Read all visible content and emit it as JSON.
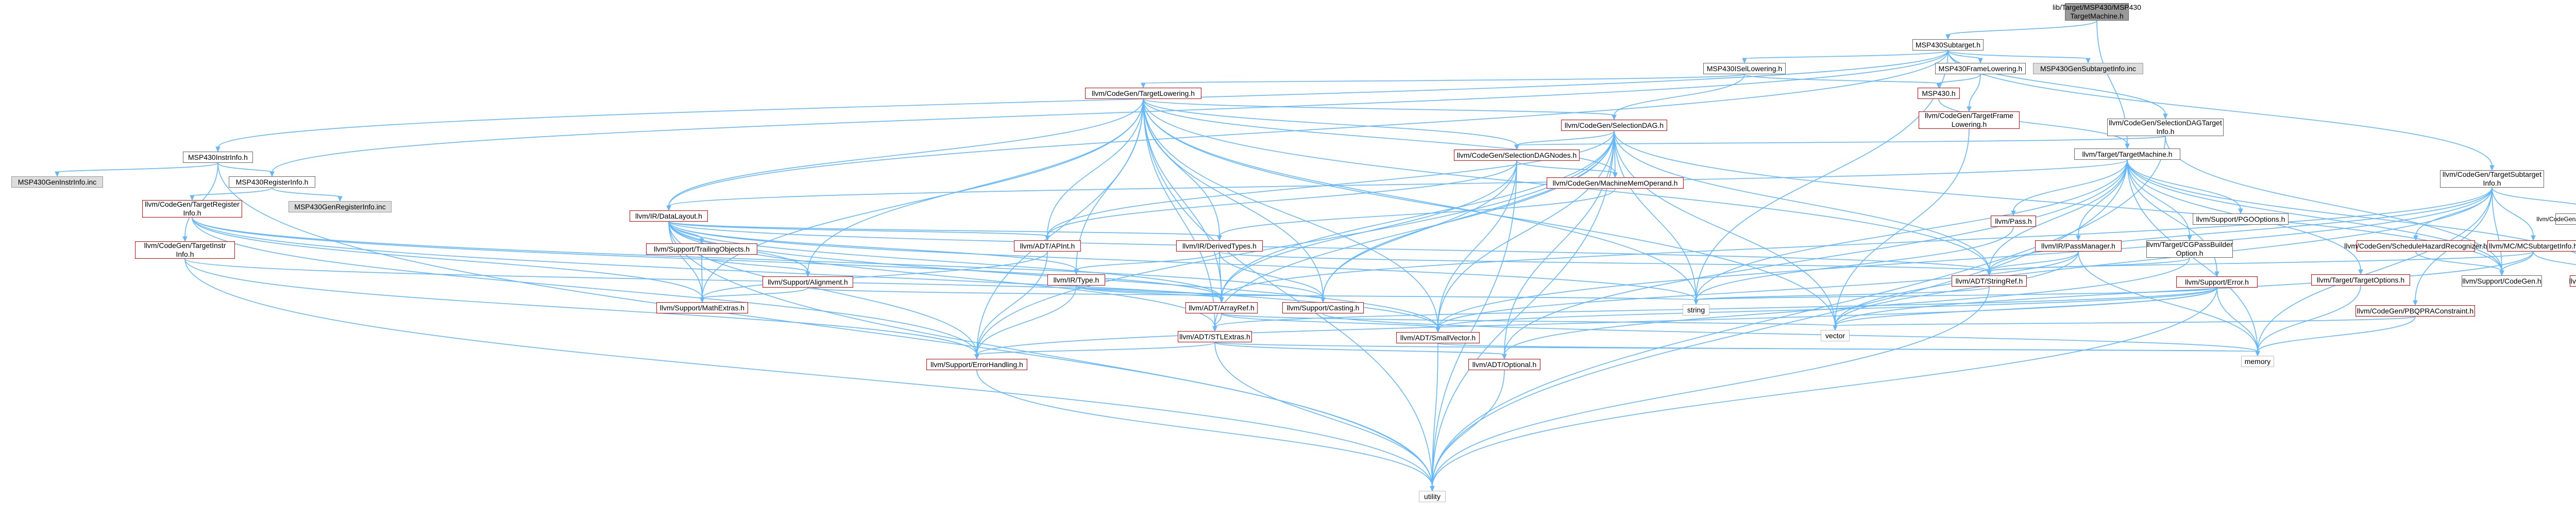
{
  "colors": {
    "edge": "#63b8ff",
    "node_border_documented": "#666666",
    "node_border_truncated": "#ff0000",
    "node_border_external": "#bfbfbf",
    "root_fill": "#999999",
    "inc_fill": "#dddddd"
  },
  "nodes": {
    "root": "lib/Target/MSP430/MSP430\nTargetMachine.h",
    "msp430subtarget": "MSP430Subtarget.h",
    "msp430isellowering": "MSP430ISelLowering.h",
    "msp430framelowering": "MSP430FrameLowering.h",
    "msp430gensubtargetinfo": "MSP430GenSubtargetInfo.inc",
    "msp430instrinfo": "MSP430InstrInfo.h",
    "msp430geninstrinfo": "MSP430GenInstrInfo.inc",
    "msp430registerinfo": "MSP430RegisterInfo.h",
    "msp430genregisterinfo": "MSP430GenRegisterInfo.inc",
    "msp430h": "MSP430.h",
    "targetlowering": "llvm/CodeGen/TargetLowering.h",
    "selectiondag": "llvm/CodeGen/SelectionDAG.h",
    "selectiondagnodes": "llvm/CodeGen/SelectionDAGNodes.h",
    "machinememoperand": "llvm/CodeGen/MachineMemOperand.h",
    "targetframelowering": "llvm/CodeGen/TargetFrame\nLowering.h",
    "selectiondagtargetinfo": "llvm/CodeGen/SelectionDAGTarget\nInfo.h",
    "targetmachine": "llvm/Target/TargetMachine.h",
    "targetsubtargetinfo": "llvm/CodeGen/TargetSubtarget\nInfo.h",
    "targetregisterinfo": "llvm/CodeGen/TargetRegister\nInfo.h",
    "targetinstrinfo": "llvm/CodeGen/TargetInstr\nInfo.h",
    "datalayout": "llvm/IR/DataLayout.h",
    "trailingobjects": "llvm/Support/TrailingObjects.h",
    "apint": "llvm/ADT/APInt.h",
    "derivedtypes": "llvm/IR/DerivedTypes.h",
    "type": "llvm/IR/Type.h",
    "alignment": "llvm/Support/Alignment.h",
    "mathextras": "llvm/Support/MathExtras.h",
    "casting": "llvm/Support/Casting.h",
    "arrayref": "llvm/ADT/ArrayRef.h",
    "stlextras": "llvm/ADT/STLExtras.h",
    "smallvector": "llvm/ADT/SmallVector.h",
    "errorhandling": "llvm/Support/ErrorHandling.h",
    "optional": "llvm/ADT/Optional.h",
    "stringref": "llvm/ADT/StringRef.h",
    "passh": "llvm/Pass.h",
    "passmanager": "llvm/IR/PassManager.h",
    "pgooptions": "llvm/Support/PGOOptions.h",
    "cgpassbuilder": "llvm/Target/CGPassBuilder\nOption.h",
    "targetoptions": "llvm/Target/TargetOptions.h",
    "supporterror": "llvm/Support/Error.h",
    "codegenh": "llvm/Support/CodeGen.h",
    "triple": "llvm/ADT/Triple.h",
    "scheduleddagmutation": "llvm/CodeGen/ScheduleDAGMutation.h",
    "schedulehazardrecognizer": "llvm/CodeGen/ScheduleHazardRecognizer.h",
    "mcsubtargetinfo": "llvm/MC/MCSubtargetInfo.h",
    "pbqpraconstraint": "llvm/CodeGen/PBQPRAConstraint.h",
    "string": "string",
    "vector": "vector",
    "memory": "memory",
    "utility": "utility"
  }
}
